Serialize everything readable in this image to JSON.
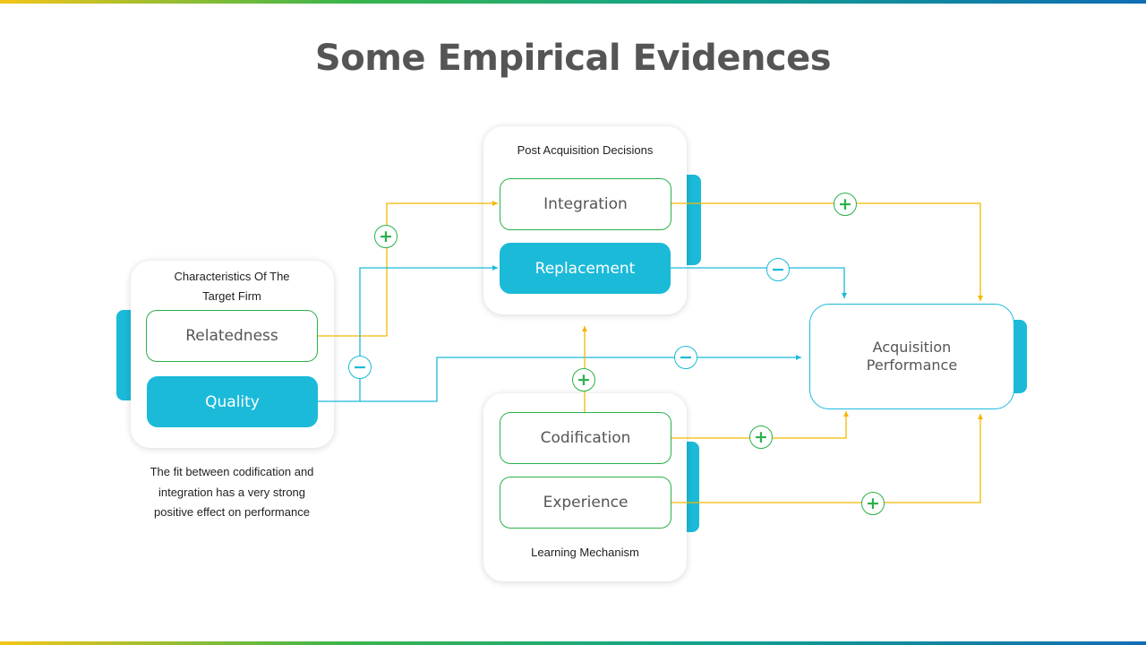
{
  "title": "Some Empirical Evidences",
  "panels": {
    "target_firm": {
      "title": "Characteristics Of The Target Firm",
      "items": [
        "Relatedness",
        "Quality"
      ]
    },
    "post_acquisition": {
      "title": "Post Acquisition Decisions",
      "items": [
        "Integration",
        "Replacement"
      ]
    },
    "learning": {
      "title": "Learning Mechanism",
      "items": [
        "Codification",
        "Experience"
      ]
    }
  },
  "outcome": "Acquisition Performance",
  "note": "The fit between codification and integration has a very strong positive effect on performance",
  "effects": [
    {
      "from": "Relatedness",
      "to": "Integration",
      "sign": "+"
    },
    {
      "from": "Quality",
      "to": "Replacement",
      "sign": "−"
    },
    {
      "from": "Quality",
      "to": "Acquisition Performance",
      "sign": "−"
    },
    {
      "from": "Integration",
      "to": "Acquisition Performance",
      "sign": "+"
    },
    {
      "from": "Replacement",
      "to": "Acquisition Performance",
      "sign": "−"
    },
    {
      "from": "Learning Mechanism",
      "to": "Post Acquisition Decisions",
      "sign": "+"
    },
    {
      "from": "Codification",
      "to": "Acquisition Performance",
      "sign": "+"
    },
    {
      "from": "Experience",
      "to": "Acquisition Performance",
      "sign": "+"
    }
  ],
  "colors": {
    "accent_blue": "#1bbad9",
    "accent_green": "#2bb14a",
    "accent_yellow": "#f5b800",
    "title_gray": "#555555"
  }
}
